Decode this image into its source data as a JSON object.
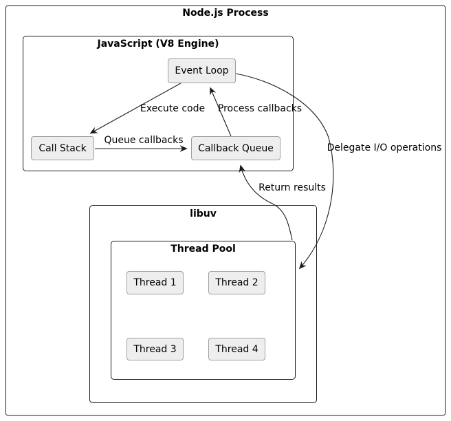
{
  "colors": {
    "bg": "#ffffff",
    "box_border": "#1a1a1a",
    "node_fill": "#eeeeee",
    "node_border": "#9e9e9e",
    "edge": "#1a1a1a",
    "text": "#000000"
  },
  "containers": {
    "process": {
      "title": "Node.js Process"
    },
    "v8": {
      "title": "JavaScript (V8 Engine)"
    },
    "libuv": {
      "title": "libuv"
    },
    "thread_pool": {
      "title": "Thread Pool"
    }
  },
  "nodes": {
    "event_loop": {
      "label": "Event Loop"
    },
    "call_stack": {
      "label": "Call Stack"
    },
    "callback_queue": {
      "label": "Callback Queue"
    },
    "thread1": {
      "label": "Thread 1"
    },
    "thread2": {
      "label": "Thread 2"
    },
    "thread3": {
      "label": "Thread 3"
    },
    "thread4": {
      "label": "Thread 4"
    }
  },
  "edges": {
    "execute_code": {
      "label": "Execute code",
      "from": "event_loop",
      "to": "call_stack"
    },
    "queue_callbacks": {
      "label": "Queue callbacks",
      "from": "call_stack",
      "to": "callback_queue"
    },
    "process_callbacks": {
      "label": "Process callbacks",
      "from": "callback_queue",
      "to": "event_loop"
    },
    "delegate_io": {
      "label": "Delegate I/O operations",
      "from": "event_loop",
      "to": "thread_pool"
    },
    "return_results": {
      "label": "Return results",
      "from": "thread_pool",
      "to": "callback_queue"
    }
  }
}
